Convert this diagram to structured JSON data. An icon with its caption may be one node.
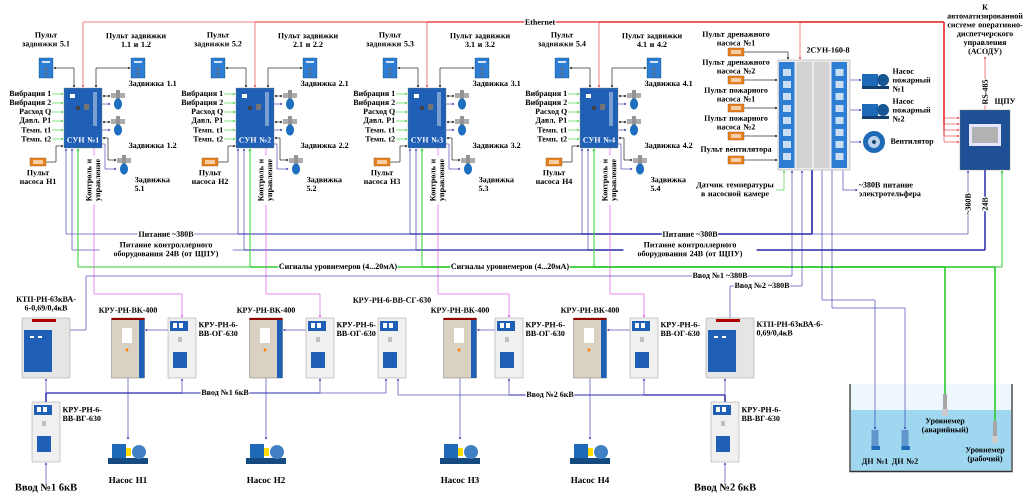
{
  "diagram": {
    "nodes": [
      {
        "text": [
          "СУН №1"
        ]
      },
      {
        "text": [
          "Пульт задвижки 5.1"
        ]
      },
      {
        "text": [
          "Пульт задвижки 1.1 и 1.2"
        ]
      },
      {
        "text": [
          "Задвижка 1.1"
        ]
      },
      {
        "text": [
          "Задвижка 1.2"
        ]
      },
      {
        "text": [
          "Задвижка 5.1"
        ]
      },
      {
        "text": [
          "Пульт насоса Н1"
        ]
      },
      {
        "text": [
          "Вибрация 1"
        ]
      },
      {
        "text": [
          "Вибрация 2"
        ]
      },
      {
        "text": [
          "Расход Q"
        ]
      },
      {
        "text": [
          "Давл. Р1"
        ]
      },
      {
        "text": [
          "Темп. t1"
        ]
      },
      {
        "text": [
          "Темп. t2"
        ]
      },
      {
        "text": [
          "СУН №2"
        ]
      },
      {
        "text": [
          "Пульт задвижки 5.2"
        ]
      },
      {
        "text": [
          "Пульт задвижки 2.1 и 2.2"
        ]
      },
      {
        "text": [
          "Задвижка 2.1"
        ]
      },
      {
        "text": [
          "Задвижка 2.2"
        ]
      },
      {
        "text": [
          "Задвижка 5.2"
        ]
      },
      {
        "text": [
          "Пульт насоса Н2"
        ]
      },
      {
        "text": [
          "Вибрация 1"
        ]
      },
      {
        "text": [
          "Вибрация 2"
        ]
      },
      {
        "text": [
          "Расход Q"
        ]
      },
      {
        "text": [
          "Давл. Р1"
        ]
      },
      {
        "text": [
          "Темп. t1"
        ]
      },
      {
        "text": [
          "Темп. t2"
        ]
      },
      {
        "text": [
          "СУН №3"
        ]
      },
      {
        "text": [
          "Пульт задвижки 5.3"
        ]
      },
      {
        "text": [
          "Пульт задвижки 3.1 и 3.2"
        ]
      },
      {
        "text": [
          "Задвижка 3.1"
        ]
      },
      {
        "text": [
          "Задвижка 3.2"
        ]
      },
      {
        "text": [
          "Задвижка 5.3"
        ]
      },
      {
        "text": [
          "Пульт насоса Н3"
        ]
      },
      {
        "text": [
          "Вибрация 1"
        ]
      },
      {
        "text": [
          "Вибрация 2"
        ]
      },
      {
        "text": [
          "Расход Q"
        ]
      },
      {
        "text": [
          "Давл. Р1"
        ]
      },
      {
        "text": [
          "Темп. t1"
        ]
      },
      {
        "text": [
          "Темп. t2"
        ]
      },
      {
        "text": [
          "СУН №4"
        ]
      },
      {
        "text": [
          "Пульт задвижки 5.4"
        ]
      },
      {
        "text": [
          "Пульт задвижки 4.1 и 4.2"
        ]
      },
      {
        "text": [
          "Задвижка 4.1"
        ]
      },
      {
        "text": [
          "Задвижка 4.2"
        ]
      },
      {
        "text": [
          "Задвижка 5.4"
        ]
      },
      {
        "text": [
          "Пульт насоса Н4"
        ]
      },
      {
        "text": [
          "Вибрация 1"
        ]
      },
      {
        "text": [
          "Вибрация 2"
        ]
      },
      {
        "text": [
          "Расход Q"
        ]
      },
      {
        "text": [
          "Давл. Р1"
        ]
      },
      {
        "text": [
          "Темп. t1"
        ]
      },
      {
        "text": [
          "Темп. t2"
        ]
      },
      {
        "text": [
          "2СУН-160-8"
        ]
      },
      {
        "text": [
          "Пульт дренажного насоса №1"
        ]
      },
      {
        "text": [
          "Пульт дренажного насоса №2"
        ]
      },
      {
        "text": [
          "Пульт пожарного насоса №1"
        ]
      },
      {
        "text": [
          "Пульт пожарного насоса №2"
        ]
      },
      {
        "text": [
          "Пульт вентилятора"
        ]
      },
      {
        "text": [
          "Датчик температуры в насосной камере"
        ]
      },
      {
        "text": [
          "Насос пожарный №1"
        ]
      },
      {
        "text": [
          "Насос пожарный №2"
        ]
      },
      {
        "text": [
          "Вентилятор"
        ]
      },
      {
        "text": [
          "~380В питание электротельфера"
        ]
      },
      {
        "text": [
          "ЩПУ"
        ]
      },
      {
        "text": [
          "К автоматизированной системе оперативно-диспетчерского управления (АСОДУ)"
        ]
      },
      {
        "text": [
          "КТП-РН-63кВА-6-0,69/0,4кВ"
        ]
      },
      {
        "text": [
          "КРУ-РН-ВК-400"
        ]
      },
      {
        "text": [
          "КРУ-РН-6-ВВ-ОГ-630"
        ]
      },
      {
        "text": [
          "КРУ-РН-ВК-400"
        ]
      },
      {
        "text": [
          "КРУ-РН-6-ВВ-ОГ-630"
        ]
      },
      {
        "text": [
          "КРУ-РН-6-ВВ-СГ-630"
        ]
      },
      {
        "text": [
          "КРУ-РН-ВК-400"
        ]
      },
      {
        "text": [
          "КРУ-РН-6-ВВ-ОГ-630"
        ]
      },
      {
        "text": [
          "КРУ-РН-ВК-400"
        ]
      },
      {
        "text": [
          "КРУ-РН-6-ВВ-ОГ-630"
        ]
      },
      {
        "text": [
          "КТП-РН-63кВА-6-0,69/0,4кВ"
        ]
      },
      {
        "text": [
          "КРУ-РН-6-ВВ-ВГ-630"
        ]
      },
      {
        "text": [
          "КРУ-РН-6-ВВ-ВГ-630"
        ]
      },
      {
        "text": [
          "Ввод №1 6кВ"
        ]
      },
      {
        "text": [
          "Ввод №2 6кВ"
        ]
      },
      {
        "text": [
          "Насос Н1"
        ]
      },
      {
        "text": [
          "Насос Н2"
        ]
      },
      {
        "text": [
          "Насос Н3"
        ]
      },
      {
        "text": [
          "Насос Н4"
        ]
      },
      {
        "text": [],
        "shape": "tank"
      },
      {
        "text": [
          "ДН №1"
        ],
        "in": 84
      },
      {
        "text": [
          "ДН №2"
        ],
        "in": 84
      },
      {
        "text": [
          "Уровнемер (аварийный)"
        ],
        "in": 84
      },
      {
        "text": [
          "Уровнемер (рабочий)"
        ],
        "in": 84
      }
    ],
    "edges": [
      {
        "from": 1,
        "to": 0,
        "arrow": "both",
        "color": "#000000"
      },
      {
        "from": 2,
        "to": 0,
        "arrow": "both",
        "color": "#000000"
      },
      {
        "from": 6,
        "to": 0,
        "arrow": "to",
        "color": "#000000"
      },
      {
        "from": 7,
        "to": 0,
        "arrow": "to",
        "color": "#33cc33"
      },
      {
        "from": 8,
        "to": 0,
        "arrow": "to",
        "color": "#33cc33"
      },
      {
        "from": 9,
        "to": 0,
        "arrow": "to",
        "color": "#33cc33"
      },
      {
        "from": 10,
        "to": 0,
        "arrow": "to",
        "color": "#33cc33"
      },
      {
        "from": 11,
        "to": 0,
        "arrow": "to",
        "color": "#33cc33"
      },
      {
        "from": 12,
        "to": 0,
        "arrow": "to",
        "color": "#33cc33"
      },
      {
        "from": 0,
        "to": 3,
        "arrow": "both",
        "color": "#000000"
      },
      {
        "from": 0,
        "to": 3,
        "arrow": "to"
      },
      {
        "from": 0,
        "to": 4,
        "arrow": "both",
        "color": "#000000"
      },
      {
        "from": 0,
        "to": 4,
        "arrow": "to"
      },
      {
        "from": 0,
        "to": 5,
        "arrow": "both",
        "color": "#000000"
      },
      {
        "from": 0,
        "to": 5,
        "arrow": "to"
      },
      {
        "from": 14,
        "to": 13,
        "arrow": "both",
        "color": "#000000"
      },
      {
        "from": 15,
        "to": 13,
        "arrow": "both",
        "color": "#000000"
      },
      {
        "from": 19,
        "to": 13,
        "arrow": "to",
        "color": "#000000"
      },
      {
        "from": 20,
        "to": 13,
        "arrow": "to",
        "color": "#33cc33"
      },
      {
        "from": 21,
        "to": 13,
        "arrow": "to",
        "color": "#33cc33"
      },
      {
        "from": 22,
        "to": 13,
        "arrow": "to",
        "color": "#33cc33"
      },
      {
        "from": 23,
        "to": 13,
        "arrow": "to",
        "color": "#33cc33"
      },
      {
        "from": 24,
        "to": 13,
        "arrow": "to",
        "color": "#33cc33"
      },
      {
        "from": 25,
        "to": 13,
        "arrow": "to",
        "color": "#33cc33"
      },
      {
        "from": 13,
        "to": 16,
        "arrow": "both",
        "color": "#000000"
      },
      {
        "from": 13,
        "to": 16,
        "arrow": "to"
      },
      {
        "from": 13,
        "to": 17,
        "arrow": "both",
        "color": "#000000"
      },
      {
        "from": 13,
        "to": 17,
        "arrow": "to"
      },
      {
        "from": 13,
        "to": 18,
        "arrow": "both",
        "color": "#000000"
      },
      {
        "from": 13,
        "to": 18,
        "arrow": "to"
      },
      {
        "from": 27,
        "to": 26,
        "arrow": "both",
        "color": "#000000"
      },
      {
        "from": 28,
        "to": 26,
        "arrow": "both",
        "color": "#000000"
      },
      {
        "from": 32,
        "to": 26,
        "arrow": "to",
        "color": "#000000"
      },
      {
        "from": 33,
        "to": 26,
        "arrow": "to",
        "color": "#33cc33"
      },
      {
        "from": 34,
        "to": 26,
        "arrow": "to",
        "color": "#33cc33"
      },
      {
        "from": 35,
        "to": 26,
        "arrow": "to",
        "color": "#33cc33"
      },
      {
        "from": 36,
        "to": 26,
        "arrow": "to",
        "color": "#33cc33"
      },
      {
        "from": 37,
        "to": 26,
        "arrow": "to",
        "color": "#33cc33"
      },
      {
        "from": 38,
        "to": 26,
        "arrow": "to",
        "color": "#33cc33"
      },
      {
        "from": 26,
        "to": 29,
        "arrow": "both",
        "color": "#000000"
      },
      {
        "from": 26,
        "to": 29,
        "arrow": "to"
      },
      {
        "from": 26,
        "to": 30,
        "arrow": "both",
        "color": "#000000"
      },
      {
        "from": 26,
        "to": 30,
        "arrow": "to"
      },
      {
        "from": 26,
        "to": 31,
        "arrow": "both",
        "color": "#000000"
      },
      {
        "from": 26,
        "to": 31,
        "arrow": "to"
      },
      {
        "from": 40,
        "to": 39,
        "arrow": "both",
        "color": "#000000"
      },
      {
        "from": 41,
        "to": 39,
        "arrow": "both",
        "color": "#000000"
      },
      {
        "from": 45,
        "to": 39,
        "arrow": "to",
        "color": "#000000"
      },
      {
        "from": 46,
        "to": 39,
        "arrow": "to",
        "color": "#33cc33"
      },
      {
        "from": 47,
        "to": 39,
        "arrow": "to",
        "color": "#33cc33"
      },
      {
        "from": 48,
        "to": 39,
        "arrow": "to",
        "color": "#33cc33"
      },
      {
        "from": 49,
        "to": 39,
        "arrow": "to",
        "color": "#33cc33"
      },
      {
        "from": 50,
        "to": 39,
        "arrow": "to",
        "color": "#33cc33"
      },
      {
        "from": 51,
        "to": 39,
        "arrow": "to",
        "color": "#33cc33"
      },
      {
        "from": 39,
        "to": 42,
        "arrow": "both",
        "color": "#000000"
      },
      {
        "from": 39,
        "to": 42,
        "arrow": "to"
      },
      {
        "from": 39,
        "to": 43,
        "arrow": "both",
        "color": "#000000"
      },
      {
        "from": 39,
        "to": 43,
        "arrow": "to"
      },
      {
        "from": 39,
        "to": 44,
        "arrow": "both",
        "color": "#000000"
      },
      {
        "from": 39,
        "to": 44,
        "arrow": "to"
      },
      {
        "from": 53,
        "to": 52,
        "arrow": "to",
        "color": "#000000"
      },
      {
        "from": 54,
        "to": 52,
        "arrow": "to",
        "color": "#000000"
      },
      {
        "from": 55,
        "to": 52,
        "arrow": "to",
        "color": "#000000"
      },
      {
        "from": 56,
        "to": 52,
        "arrow": "to",
        "color": "#000000"
      },
      {
        "from": 57,
        "to": 52,
        "arrow": "to",
        "color": "#000000"
      },
      {
        "from": 58,
        "to": 52,
        "arrow": "to",
        "color": "#33cc33"
      },
      {
        "from": 52,
        "to": 59,
        "arrow": "to"
      },
      {
        "from": 52,
        "to": 60,
        "arrow": "to"
      },
      {
        "from": 52,
        "to": 61,
        "arrow": "to"
      },
      {
        "from": 52,
        "to": 62,
        "arrow": "to"
      },
      {
        "from": 63,
        "to": 0,
        "arrow": "both",
        "color": "#e53030",
        "label": "Ethernet"
      },
      {
        "from": 63,
        "to": 13,
        "arrow": "both",
        "color": "#e53030"
      },
      {
        "from": 63,
        "to": 26,
        "arrow": "both",
        "color": "#e53030"
      },
      {
        "from": 63,
        "to": 39,
        "arrow": "both",
        "color": "#e53030"
      },
      {
        "from": 63,
        "to": 52,
        "arrow": "both",
        "color": "#e53030"
      },
      {
        "from": 63,
        "to": 64,
        "arrow": "to",
        "color": "#e53030",
        "label": "RS-485"
      },
      {
        "from": 52,
        "to": 0,
        "arrow": "to",
        "label": "Питание ~380В"
      },
      {
        "from": 52,
        "to": 13,
        "arrow": "to",
        "label": "Питание ~380В"
      },
      {
        "from": 52,
        "to": 26,
        "arrow": "to"
      },
      {
        "from": 52,
        "to": 39,
        "arrow": "to"
      },
      {
        "from": 52,
        "to": 63,
        "arrow": "to",
        "label": "~380В"
      },
      {
        "from": 63,
        "to": 0,
        "arrow": "to",
        "label": "Питание контроллерного оборудования 24В (от ЩПУ)"
      },
      {
        "from": 63,
        "to": 13,
        "arrow": "to",
        "label": "Питание контроллерного оборудования 24В (от ЩПУ)"
      },
      {
        "from": 63,
        "to": 26,
        "arrow": "to",
        "label": "24В"
      },
      {
        "from": 63,
        "to": 39,
        "arrow": "to"
      },
      {
        "from": 87,
        "to": 0,
        "arrow": "to",
        "color": "#33cc33",
        "label": "Сигналы уровнемеров (4...20мА)"
      },
      {
        "from": 87,
        "to": 13,
        "arrow": "to",
        "color": "#33cc33"
      },
      {
        "from": 87,
        "to": 26,
        "arrow": "to",
        "color": "#33cc33",
        "label": "Сигналы уровнемеров (4...20мА)"
      },
      {
        "from": 87,
        "to": 39,
        "arrow": "to",
        "color": "#33cc33"
      },
      {
        "from": 87,
        "to": 63,
        "arrow": "to",
        "color": "#33cc33"
      },
      {
        "from": 88,
        "to": 0,
        "arrow": "to",
        "color": "#33cc33"
      },
      {
        "from": 88,
        "to": 13,
        "arrow": "to",
        "color": "#33cc33"
      },
      {
        "from": 88,
        "to": 26,
        "arrow": "to",
        "color": "#33cc33"
      },
      {
        "from": 88,
        "to": 39,
        "arrow": "to",
        "color": "#33cc33"
      },
      {
        "from": 88,
        "to": 63,
        "arrow": "to",
        "color": "#33cc33"
      },
      {
        "from": 0,
        "to": 67,
        "arrow": "to",
        "color": "#e040e0",
        "label": "Контроль и управление"
      },
      {
        "from": 13,
        "to": 69,
        "arrow": "to",
        "color": "#e040e0",
        "label": "Контроль и управление"
      },
      {
        "from": 26,
        "to": 72,
        "arrow": "to",
        "color": "#e040e0",
        "label": "Контроль и управление"
      },
      {
        "from": 39,
        "to": 74,
        "arrow": "to",
        "color": "#e040e0",
        "label": "Контроль и управление"
      },
      {
        "from": 65,
        "to": 52,
        "arrow": "to",
        "label": "Ввод №1 ~380В"
      },
      {
        "from": 75,
        "to": 52,
        "arrow": "to",
        "label": "Ввод №2 ~380В"
      },
      {
        "from": 52,
        "to": 85,
        "arrow": "to"
      },
      {
        "from": 52,
        "to": 86,
        "arrow": "to"
      },
      {
        "from": 78,
        "to": 76,
        "arrow": "to"
      },
      {
        "from": 79,
        "to": 77,
        "arrow": "to"
      },
      {
        "from": 76,
        "to": 65,
        "arrow": "to"
      },
      {
        "from": 76,
        "to": 67,
        "arrow": "to"
      },
      {
        "from": 76,
        "to": 69,
        "arrow": "to"
      },
      {
        "from": 76,
        "to": 70,
        "arrow": "to",
        "label": "Ввод №1 6кВ"
      },
      {
        "from": 77,
        "to": 75,
        "arrow": "to"
      },
      {
        "from": 77,
        "to": 72,
        "arrow": "to"
      },
      {
        "from": 77,
        "to": 74,
        "arrow": "to"
      },
      {
        "from": 77,
        "to": 70,
        "arrow": "to",
        "label": "Ввод №2 6кВ"
      },
      {
        "from": 67,
        "to": 66,
        "arrow": "to"
      },
      {
        "from": 69,
        "to": 68,
        "arrow": "to"
      },
      {
        "from": 72,
        "to": 71,
        "arrow": "to"
      },
      {
        "from": 74,
        "to": 73,
        "arrow": "to"
      },
      {
        "from": 66,
        "to": 80,
        "arrow": "to"
      },
      {
        "from": 68,
        "to": 81,
        "arrow": "to"
      },
      {
        "from": 71,
        "to": 82,
        "arrow": "to"
      },
      {
        "from": 73,
        "to": 83,
        "arrow": "to"
      }
    ]
  }
}
